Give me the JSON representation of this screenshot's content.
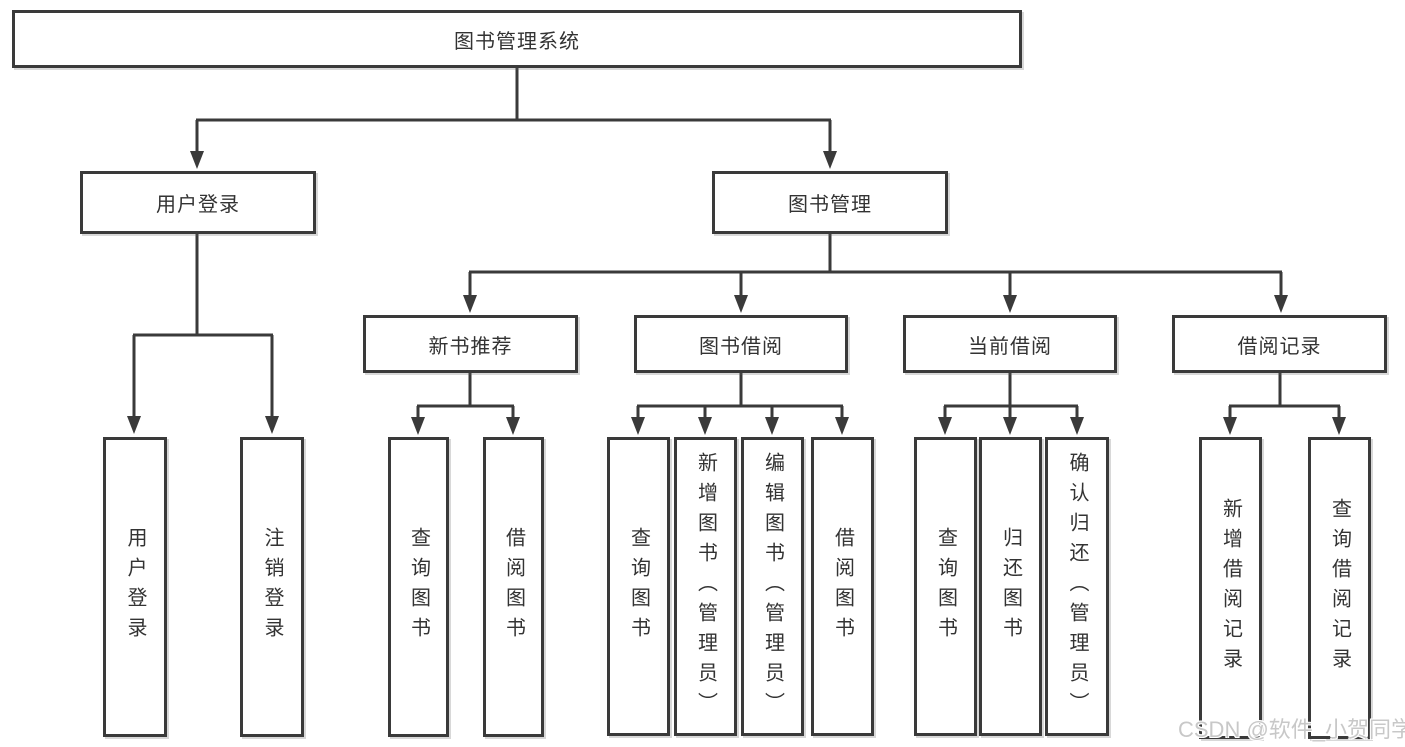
{
  "diagram": {
    "root": {
      "label": "图书管理系统"
    },
    "level2": [
      {
        "label": "用户登录"
      },
      {
        "label": "图书管理"
      }
    ],
    "level3": [
      {
        "label": "新书推荐"
      },
      {
        "label": "图书借阅"
      },
      {
        "label": "当前借阅"
      },
      {
        "label": "借阅记录"
      }
    ],
    "leaves": [
      {
        "label": "用户登录"
      },
      {
        "label": "注销登录"
      },
      {
        "label": "查询图书"
      },
      {
        "label": "借阅图书"
      },
      {
        "label": "查询图书"
      },
      {
        "label": "新增图书（管理员）"
      },
      {
        "label": "编辑图书（管理员）"
      },
      {
        "label": "借阅图书"
      },
      {
        "label": "查询图书"
      },
      {
        "label": "归还图书"
      },
      {
        "label": "确认归还（管理员）"
      },
      {
        "label": "新增借阅记录"
      },
      {
        "label": "查询借阅记录"
      }
    ],
    "watermark": "CSDN @软件_小贺同学",
    "colors": {
      "line": "#3a3a3a",
      "text": "#333333",
      "watermark": "#c8c8c8",
      "background": "#ffffff"
    }
  }
}
